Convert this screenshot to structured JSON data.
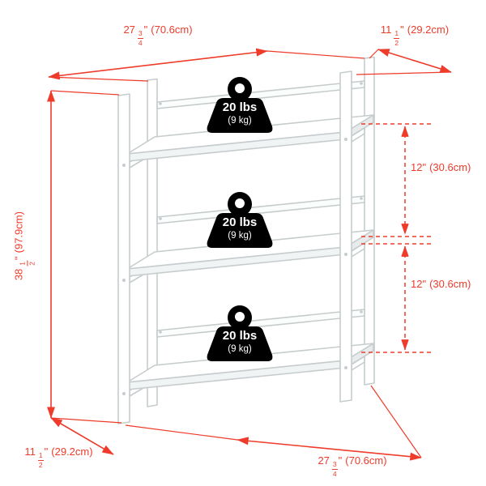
{
  "colors": {
    "dimension_red": "#ee3b2a",
    "drawing_gray": "#c6cccd",
    "weight_black": "#000000"
  },
  "dimensions": {
    "top_width": {
      "whole": "27",
      "numerator": "3",
      "denominator": "4",
      "unit": "\"",
      "metric": "(70.6cm)"
    },
    "top_depth": {
      "whole": "11",
      "numerator": "1",
      "denominator": "2",
      "unit": "\"",
      "metric": "(29.2cm)"
    },
    "height": {
      "whole": "38",
      "numerator": "1",
      "denominator": "2",
      "unit": "\"",
      "metric": "(97.9cm)"
    },
    "shelf_spacing_upper": {
      "value": "12\"",
      "metric": "(30.6cm)"
    },
    "shelf_spacing_lower": {
      "value": "12\"",
      "metric": "(30.6cm)"
    },
    "bottom_depth": {
      "whole": "11",
      "numerator": "1",
      "denominator": "2",
      "unit": "\"",
      "metric": "(29.2cm)"
    },
    "bottom_width": {
      "whole": "27",
      "numerator": "3",
      "denominator": "4",
      "unit": "\"",
      "metric": "(70.6cm)"
    }
  },
  "weights": [
    {
      "load": "20 lbs",
      "metric": "(9 kg)"
    },
    {
      "load": "20 lbs",
      "metric": "(9 kg)"
    },
    {
      "load": "20 lbs",
      "metric": "(9 kg)"
    }
  ]
}
